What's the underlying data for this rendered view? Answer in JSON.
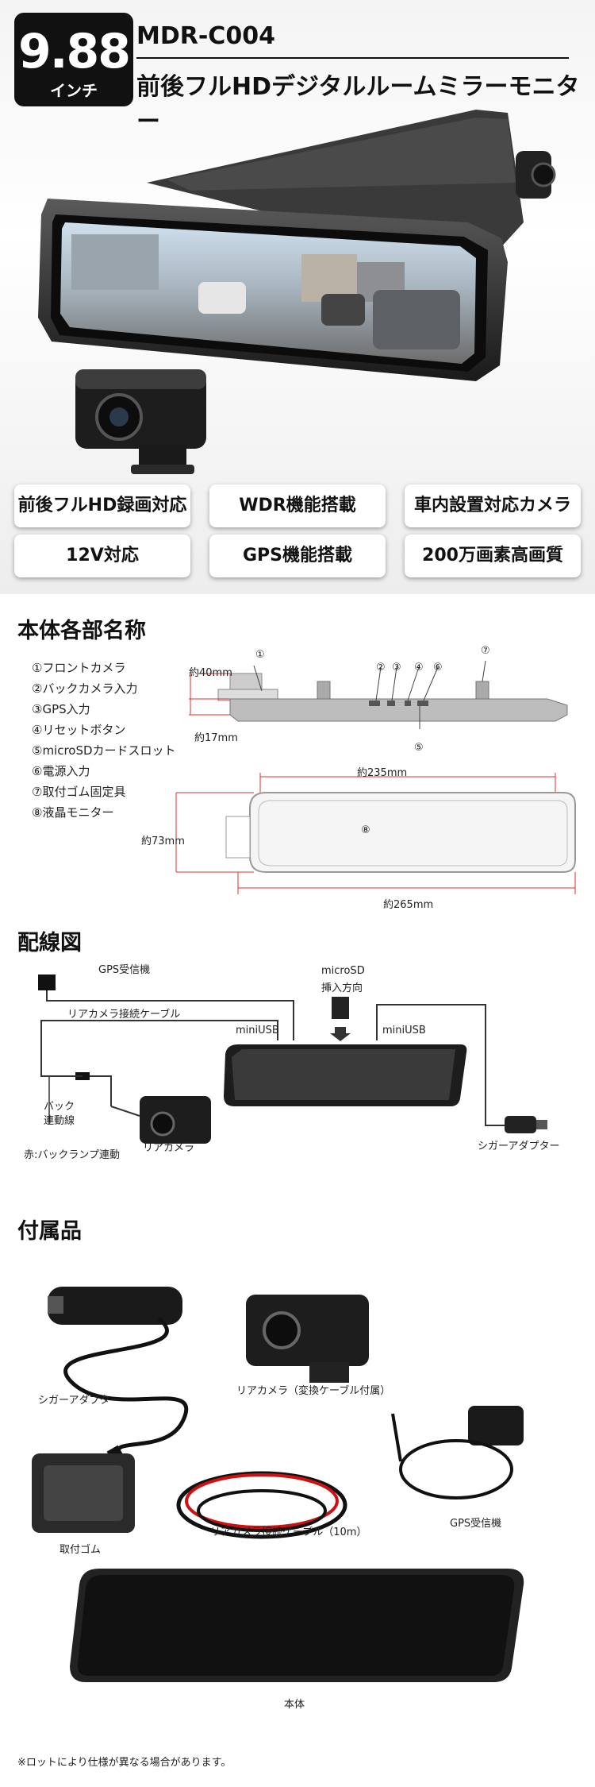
{
  "hero": {
    "badge_number": "9.88",
    "badge_unit": "インチ",
    "model": "MDR-C004",
    "subtitle": "前後フルHDデジタルルームミラーモニター",
    "features": [
      "前後フルHD録画対応",
      "WDR機能搭載",
      "車内設置対応カメラ",
      "12V対応",
      "GPS機能搭載",
      "200万画素高画質"
    ]
  },
  "parts": {
    "title": "本体各部名称",
    "items": [
      "①フロントカメラ",
      "②バックカメラ入力",
      "③GPS入力",
      "④リセットボタン",
      "⑤microSDカードスロット",
      "⑥電源入力",
      "⑦取付ゴム固定具",
      "⑧液晶モニター"
    ],
    "callouts": [
      "①",
      "②",
      "③",
      "④",
      "⑤",
      "⑥",
      "⑦",
      "⑧"
    ],
    "dim_40": "約40mm",
    "dim_17": "約17mm",
    "dim_235": "約235mm",
    "dim_73": "約73mm",
    "dim_265": "約265mm"
  },
  "wiring": {
    "title": "配線図",
    "gps": "GPS受信機",
    "microsd": "microSD",
    "insert": "挿入方向",
    "rear_cable": "リアカメラ接続ケーブル",
    "miniusb_left": "miniUSB",
    "miniusb_right": "miniUSB",
    "back1": "バック",
    "back2": "連動線",
    "red": "赤:バックランプ連動",
    "rear_camera": "リアカメラ",
    "cigar": "シガーアダプター"
  },
  "accessories": {
    "title": "付属品",
    "cigar": "シガーアダプター",
    "rear_camera": "リアカメラ（変換ケーブル付属）",
    "rubber": "取付ゴム",
    "cable": "リアカメラ接続ケーブル（10m）",
    "gps": "GPS受信機",
    "body": "本体"
  },
  "footnote": "※ロットにより仕様が異なる場合があります。"
}
